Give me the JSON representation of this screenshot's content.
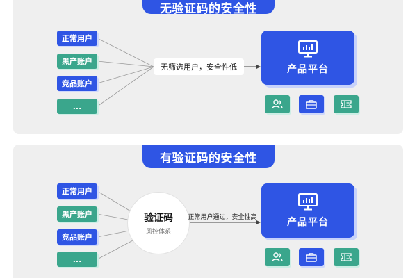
{
  "colors": {
    "blue": "#2f55e4",
    "teal": "#3aa68c",
    "panel_bg": "#efefef"
  },
  "top": {
    "title": "无验证码的安全性",
    "sources": [
      "正常用户",
      "黑产账户",
      "竞品账户",
      "..."
    ],
    "flow_label": "无筛选用户，安全性低",
    "platform": {
      "label": "产品平台",
      "icon": "monitor-chart-icon"
    },
    "mini_icons": [
      "users-icon",
      "briefcase-icon",
      "ticket-icon"
    ]
  },
  "bottom": {
    "title": "有验证码的安全性",
    "sources": [
      "正常用户",
      "黑产账户",
      "竞品账户",
      "..."
    ],
    "gate": {
      "title": "验证码",
      "subtitle": "风控体系"
    },
    "flow_label": "正常用户通过，安全性高",
    "platform": {
      "label": "产品平台",
      "icon": "monitor-chart-icon"
    },
    "mini_icons": [
      "users-icon",
      "briefcase-icon",
      "ticket-icon"
    ]
  }
}
